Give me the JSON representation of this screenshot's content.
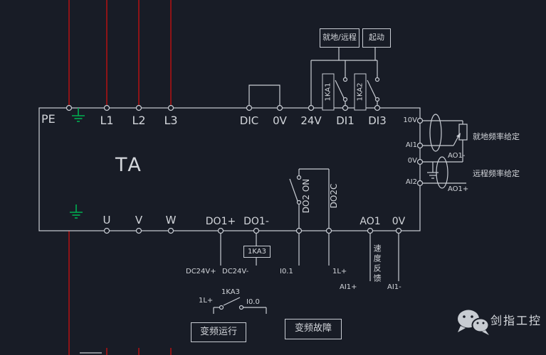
{
  "colors": {
    "background": "#181c26",
    "line": "#c9cdd4",
    "power_line": "#b51212",
    "earth_green": "#00b050",
    "text": "#d2d5da"
  },
  "device": {
    "name": "TA"
  },
  "terminals": {
    "top": {
      "pe": "PE",
      "l1": "L1",
      "l2": "L2",
      "l3": "L3",
      "dic": "DIC",
      "zero_v": "0V",
      "v24": "24V",
      "di1": "DI1",
      "di3": "DI3"
    },
    "bottom": {
      "u": "U",
      "v": "V",
      "w": "W",
      "do1_plus": "DO1+",
      "do1_minus": "DO1-",
      "do2_on": "DO2 ON",
      "do2_c": "DO2C",
      "ao1": "AO1",
      "zero_v": "0V"
    },
    "right": {
      "v10": "10V",
      "ai1": "AI1",
      "zero_v": "0V",
      "ai2": "AI2"
    }
  },
  "relays": {
    "ka1": "1KA1",
    "ka2": "1KA2",
    "ka3_coil": "1KA3",
    "ka3_contact": "1KA3"
  },
  "callouts": {
    "local_remote": "就地/远程",
    "start": "起动",
    "local_freq": "就地频率给定",
    "remote_freq": "远程频率给定",
    "speed_feedback": "速度反馈",
    "run": "变频运行",
    "fault": "变频故障"
  },
  "external": {
    "ao1_minus": "AO1-",
    "ao1_plus": "AO1+",
    "dc24_plus": "DC24V+",
    "dc24_minus": "DC24V-",
    "i01": "I0.1",
    "l1_plus_a": "1L+",
    "ai1_plus": "AI1+",
    "ai1_minus": "AI1-",
    "l1_plus_b": "1L+",
    "i00": "I0.0"
  },
  "watermark": {
    "brand": "剑指工控"
  }
}
